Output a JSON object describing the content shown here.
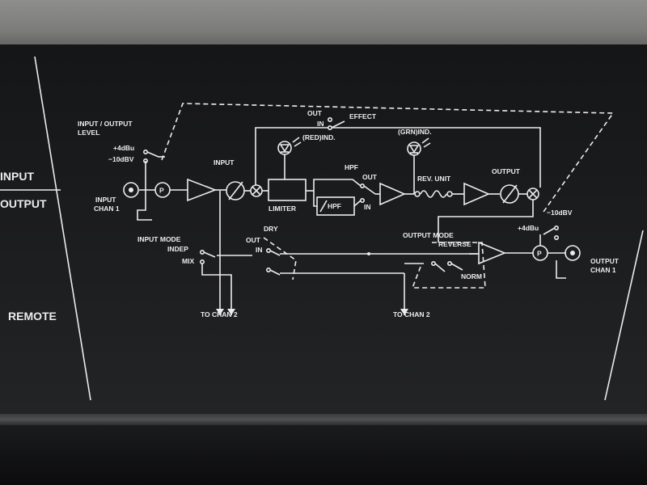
{
  "side_labels": {
    "input": "INPUT",
    "output": "OUTPUT",
    "remote": "REMOTE"
  },
  "diagram": {
    "input_output_level_1": "INPUT / OUTPUT",
    "input_output_level_2": "LEVEL",
    "plus4dbu_in": "+4dBu",
    "minus10dbv_in": "−10dBV",
    "input_chan1_1": "INPUT",
    "input_chan1_2": "CHAN 1",
    "input_gain": "INPUT",
    "out": "OUT",
    "in": "IN",
    "effect": "EFFECT",
    "red_ind": "(RED)IND.",
    "grn_ind": "(GRN)IND.",
    "limiter": "LIMITER",
    "hpf": "HPF",
    "hpf_out": "OUT",
    "hpf_in": "IN",
    "hpf_filter": "HPF",
    "rev_unit": "REV. UNIT",
    "output_gain": "OUTPUT",
    "input_mode": "INPUT MODE",
    "indep": "INDEP",
    "mix": "MIX",
    "dry": "DRY",
    "dry_out": "OUT",
    "dry_in": "IN",
    "output_mode": "OUTPUT MODE",
    "reverse": "REVERSE",
    "norm": "NORM",
    "plus4dbu_out": "+4dBu",
    "minus10dbv_out": "−10dBV",
    "output_chan1_1": "OUTPUT",
    "output_chan1_2": "CHAN 1",
    "to_chan2_a": "TO CHAN 2",
    "to_chan2_b": "TO CHAN 2"
  }
}
